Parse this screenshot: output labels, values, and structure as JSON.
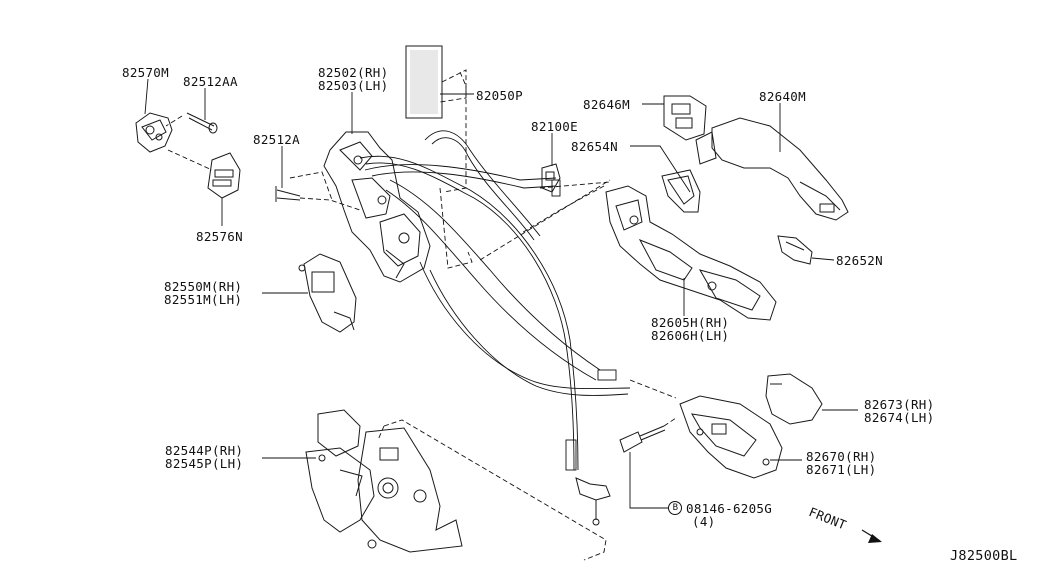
{
  "diagram": {
    "reference_code": "J82500BL",
    "front_label": "FRONT",
    "bolt": {
      "code": "08146-6205G",
      "qty": "(4)",
      "symbol": "B"
    },
    "parts": {
      "p82570M": "82570M",
      "p82512AA": "82512AA",
      "p82576N": "82576N",
      "p82512A": "82512A",
      "p82502": [
        "82502(RH)",
        "82503(LH)"
      ],
      "p82050P": "82050P",
      "p82100E": "82100E",
      "p82646M": "82646M",
      "p82640M": "82640M",
      "p82654N": "82654N",
      "p82652N": "82652N",
      "p82550M": [
        "82550M(RH)",
        "82551M(LH)"
      ],
      "p82605H": [
        "82605H(RH)",
        "82606H(LH)"
      ],
      "p82673": [
        "82673(RH)",
        "82674(LH)"
      ],
      "p82670": [
        "82670(RH)",
        "82671(LH)"
      ],
      "p82544P": [
        "82544P(RH)",
        "82545P(LH)"
      ]
    }
  }
}
